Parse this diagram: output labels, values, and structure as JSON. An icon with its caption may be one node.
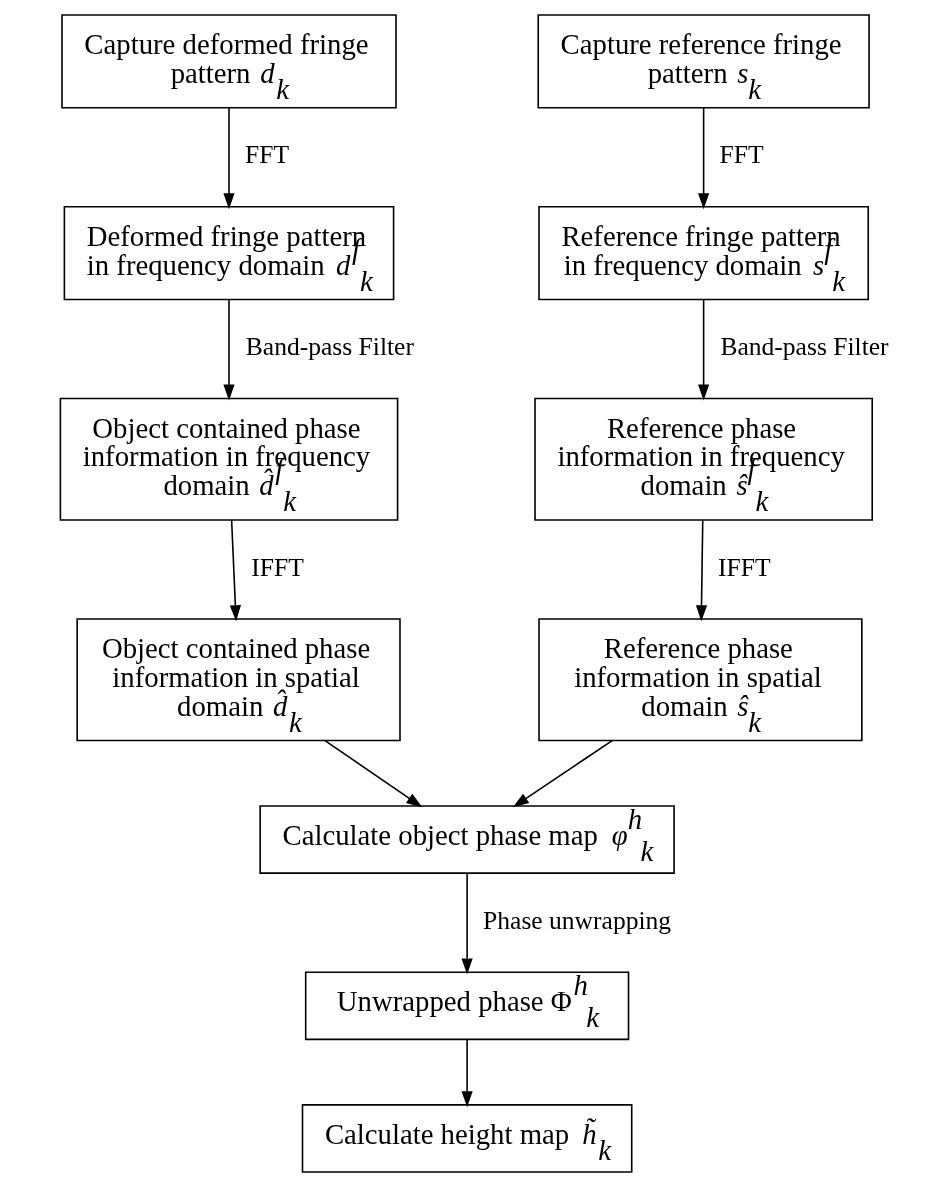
{
  "diagram": {
    "nodes": [
      {
        "text": [
          "Capture deformed fringe pattern *d*$_{k}$"
        ]
      },
      {
        "text": [
          "Capture reference fringe pattern *s*$_{k}$"
        ]
      },
      {
        "text": [
          "Deformed fringe pattern in frequency domain *d*$^{f}$$_{k}$"
        ]
      },
      {
        "text": [
          "Reference fringe pattern in frequency domain *s*$^{f}$$_{k}$"
        ]
      },
      {
        "text": [
          "Object contained phase information in frequency domain *d̂*$^{f}$$_{k}$"
        ]
      },
      {
        "text": [
          "Reference phase information in frequency domain *ŝ*$^{f}$$_{k}$"
        ]
      },
      {
        "text": [
          "Object contained phase information in spatial domain *d̂*$_{k}$"
        ]
      },
      {
        "text": [
          "Reference phase information in spatial domain *ŝ*$_{k}$"
        ]
      },
      {
        "text": [
          "Calculate object phase map *φ*$^{h}$$_{k}$"
        ]
      },
      {
        "text": [
          "Unwrapped phase Φ$^{h}$$_{k}$"
        ]
      },
      {
        "text": [
          "Calculate height map *h̃*$_{k}$"
        ]
      }
    ],
    "edges": [
      {
        "from": 0,
        "to": 2,
        "arrow": "to",
        "label": "FFT"
      },
      {
        "from": 1,
        "to": 3,
        "arrow": "to",
        "label": "FFT"
      },
      {
        "from": 2,
        "to": 4,
        "arrow": "to",
        "label": "Band-pass Filter"
      },
      {
        "from": 3,
        "to": 5,
        "arrow": "to",
        "label": "Band-pass Filter"
      },
      {
        "from": 4,
        "to": 6,
        "arrow": "to",
        "label": "IFFT"
      },
      {
        "from": 5,
        "to": 7,
        "arrow": "to",
        "label": "IFFT"
      },
      {
        "from": 6,
        "to": 8,
        "arrow": "to"
      },
      {
        "from": 7,
        "to": 8,
        "arrow": "to"
      },
      {
        "from": 8,
        "to": 9,
        "arrow": "to",
        "label": "Phase unwrapping"
      },
      {
        "from": 9,
        "to": 10,
        "arrow": "to"
      }
    ]
  }
}
